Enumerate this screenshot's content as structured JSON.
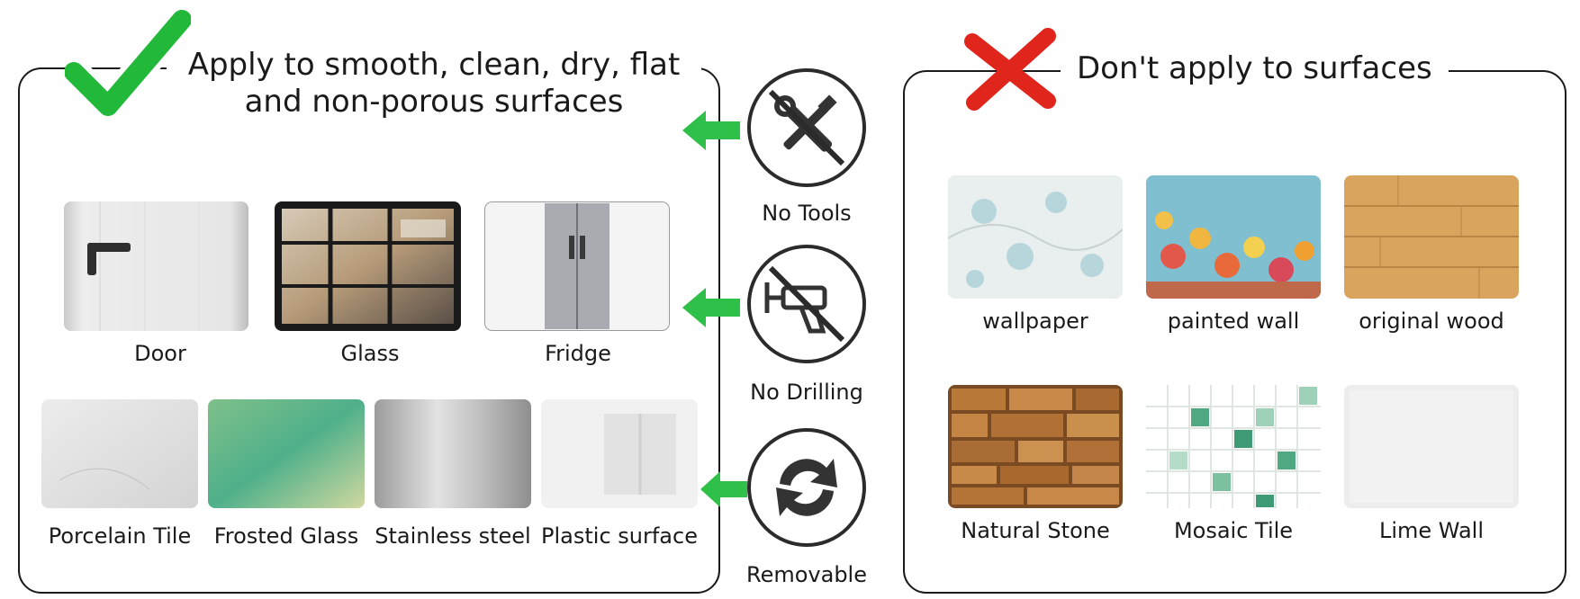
{
  "left_panel": {
    "title_line1": "Apply to smooth, clean, dry, flat",
    "title_line2": "and non-porous surfaces",
    "items": [
      {
        "label": "Door"
      },
      {
        "label": "Glass"
      },
      {
        "label": "Fridge"
      },
      {
        "label": "Porcelain Tile"
      },
      {
        "label": "Frosted Glass"
      },
      {
        "label": "Stainless steel"
      },
      {
        "label": "Plastic surface"
      }
    ]
  },
  "features": [
    {
      "label": "No Tools",
      "icon": "no-tools-icon"
    },
    {
      "label": "No Drilling",
      "icon": "no-drilling-icon"
    },
    {
      "label": "Removable",
      "icon": "removable-icon"
    }
  ],
  "right_panel": {
    "title": "Don't apply to surfaces",
    "items": [
      {
        "label": "wallpaper"
      },
      {
        "label": "painted wall"
      },
      {
        "label": "original wood"
      },
      {
        "label": "Natural Stone"
      },
      {
        "label": "Mosaic Tile"
      },
      {
        "label": "Lime Wall"
      }
    ]
  },
  "colors": {
    "check": "#22b83a",
    "cross": "#e0261c",
    "arrow": "#2fc04a",
    "border": "#1a1a1a"
  }
}
